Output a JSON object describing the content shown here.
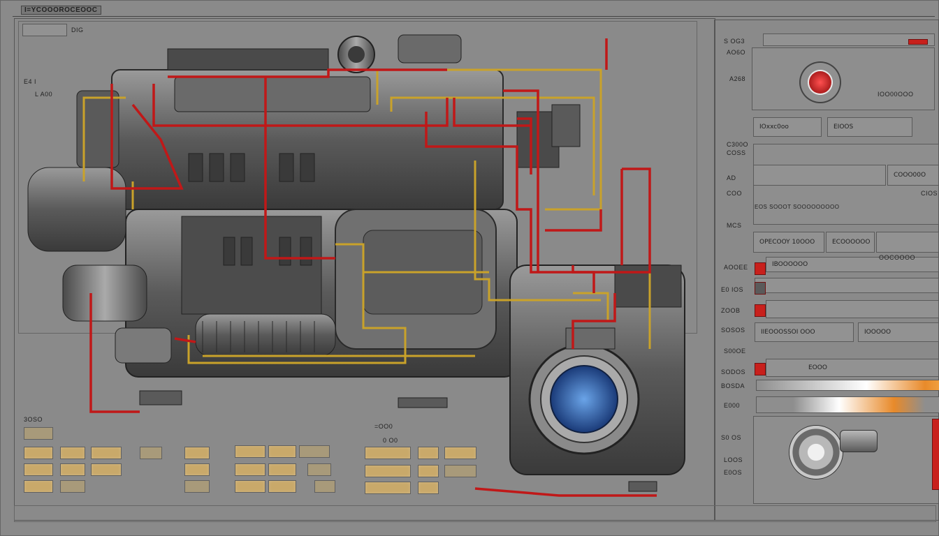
{
  "header": {
    "title": "I=YCOOOROCEOOC",
    "sub_label": "DIG"
  },
  "left_labels": [
    "E4 I",
    "L A00"
  ],
  "bottom_left": {
    "label_a": "3OSO",
    "label_b": "=OO0",
    "label_c": "0 O0"
  },
  "right_panel": {
    "side_labels": [
      "S OG3",
      "AO6O",
      "A268",
      "C300O",
      "COSS",
      "AD",
      "COO",
      "MCS",
      "AOOEE",
      "E0 IOS",
      "ZOOB",
      "SOSOS",
      "S00OE",
      "SODOS",
      "BOSDA",
      "E000",
      "S0 OS",
      "LOOS",
      "E0OS"
    ],
    "indicator_button": "gear-indicator",
    "label_right_top": "IOO00OOO",
    "field_1": "IOxxc0oo",
    "field_2": "EIOOS",
    "field_3": "COOO00O",
    "field_4": "CIOS",
    "field_5a": "OPECOOY 10OOO",
    "field_5b": "ECOOOOOO",
    "field_6": "IBOOOOOO",
    "field_7a": "IIEOOOSSOI  OOO",
    "field_7b": "IOOOOO",
    "field_8": "OOCOOOO",
    "field_9": "EOOO",
    "note": "EOS SOOOT SOOOOOOOOO"
  },
  "colors": {
    "bg": "#8a8a8a",
    "wire_red": "#c01818",
    "wire_yellow": "#c9a22a",
    "accent_orange": "#e88a2a",
    "blue": "#2a5aa8"
  },
  "icons": [
    "pressure-gauge-icon",
    "valve-icon",
    "engine-diagram"
  ]
}
